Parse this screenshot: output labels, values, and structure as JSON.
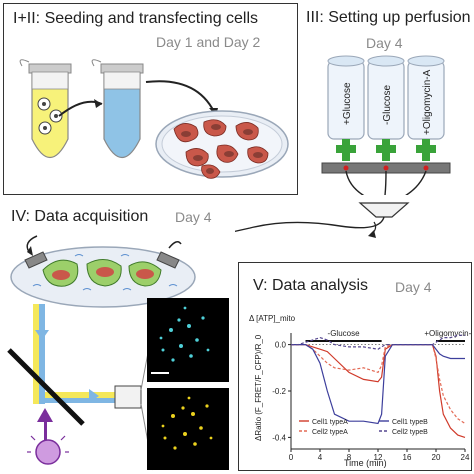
{
  "panels": {
    "p1": {
      "title": "I+II: Seeding and transfecting cells",
      "day": "Day 1 and Day 2"
    },
    "p3": {
      "title": "III: Setting up perfusion",
      "day": "Day 4",
      "tubes": [
        "+Glucose",
        "-Glucose",
        "+Oligomycin-A"
      ]
    },
    "p4": {
      "title": "IV: Data acquisition",
      "day": "Day 4"
    },
    "p5": {
      "title": "V: Data analysis",
      "day": "Day 4"
    }
  },
  "chart_data": {
    "type": "line",
    "ylabel": "ΔRatio (F_FRET/F_CFP)/R_0",
    "ylabel_top": "Δ [ATP]_mito",
    "xlabel": "Time (min)",
    "xlim": [
      0,
      24
    ],
    "ylim": [
      -0.45,
      0.05
    ],
    "xticks": [
      0,
      4,
      8,
      12,
      16,
      20,
      24
    ],
    "yticks": [
      0.0,
      -0.2,
      -0.4
    ],
    "annotations": [
      {
        "text": "-Glucose",
        "x_start": 2,
        "x_end": 12.5
      },
      {
        "text": "+Oligomycin-A",
        "x_start": 20,
        "x_end": 24
      }
    ],
    "series": [
      {
        "name": "Cell1 typeA",
        "color": "#d03a2a",
        "dash": "solid",
        "x": [
          0,
          1,
          2,
          3,
          4,
          5,
          6,
          8,
          10,
          12,
          12.5,
          13,
          14,
          16,
          18,
          19.5,
          20,
          20.5,
          21,
          22,
          23,
          24
        ],
        "y": [
          0,
          0,
          0,
          -0.01,
          -0.02,
          -0.03,
          -0.06,
          -0.12,
          -0.15,
          -0.16,
          -0.14,
          -0.02,
          0,
          0,
          0,
          0,
          -0.05,
          -0.2,
          -0.3,
          -0.36,
          -0.39,
          -0.4
        ]
      },
      {
        "name": "Cell2 typeA",
        "color": "#e36a55",
        "dash": "dashed",
        "x": [
          0,
          1,
          2,
          3,
          4,
          5,
          6,
          8,
          10,
          12,
          12.5,
          13,
          14,
          16,
          18,
          19.5,
          20,
          20.5,
          21,
          22,
          23,
          24
        ],
        "y": [
          0,
          0,
          0,
          -0.02,
          -0.05,
          -0.08,
          -0.1,
          -0.11,
          -0.1,
          -0.12,
          -0.09,
          -0.01,
          0,
          0,
          0,
          0,
          -0.06,
          -0.15,
          -0.22,
          -0.28,
          -0.32,
          -0.34
        ]
      },
      {
        "name": "Cell1 typeB",
        "color": "#3d3f9c",
        "dash": "solid",
        "x": [
          0,
          1,
          2,
          3,
          4,
          5,
          6,
          8,
          10,
          12,
          12.5,
          13,
          14,
          16,
          18,
          19.5,
          20,
          20.5,
          21,
          22,
          23,
          24
        ],
        "y": [
          0,
          0,
          0,
          -0.02,
          -0.08,
          -0.2,
          -0.3,
          -0.33,
          -0.33,
          -0.34,
          -0.3,
          -0.05,
          0,
          0,
          0,
          0,
          -0.02,
          -0.04,
          -0.05,
          -0.06,
          -0.06,
          -0.06
        ]
      },
      {
        "name": "Cell2 typeB",
        "color": "#55478f",
        "dash": "dashed",
        "x": [
          0,
          1,
          2,
          3,
          4,
          5,
          6,
          8,
          10,
          12,
          12.5,
          13,
          14,
          16,
          18,
          19.5,
          20,
          20.5,
          21,
          22,
          23,
          24
        ],
        "y": [
          0,
          0,
          0.01,
          0.02,
          0.03,
          0.02,
          0,
          -0.01,
          -0.01,
          -0.02,
          -0.01,
          0,
          0,
          0,
          0,
          0,
          0.01,
          0.02,
          0.03,
          0.03,
          0.04,
          0.04
        ]
      }
    ]
  }
}
